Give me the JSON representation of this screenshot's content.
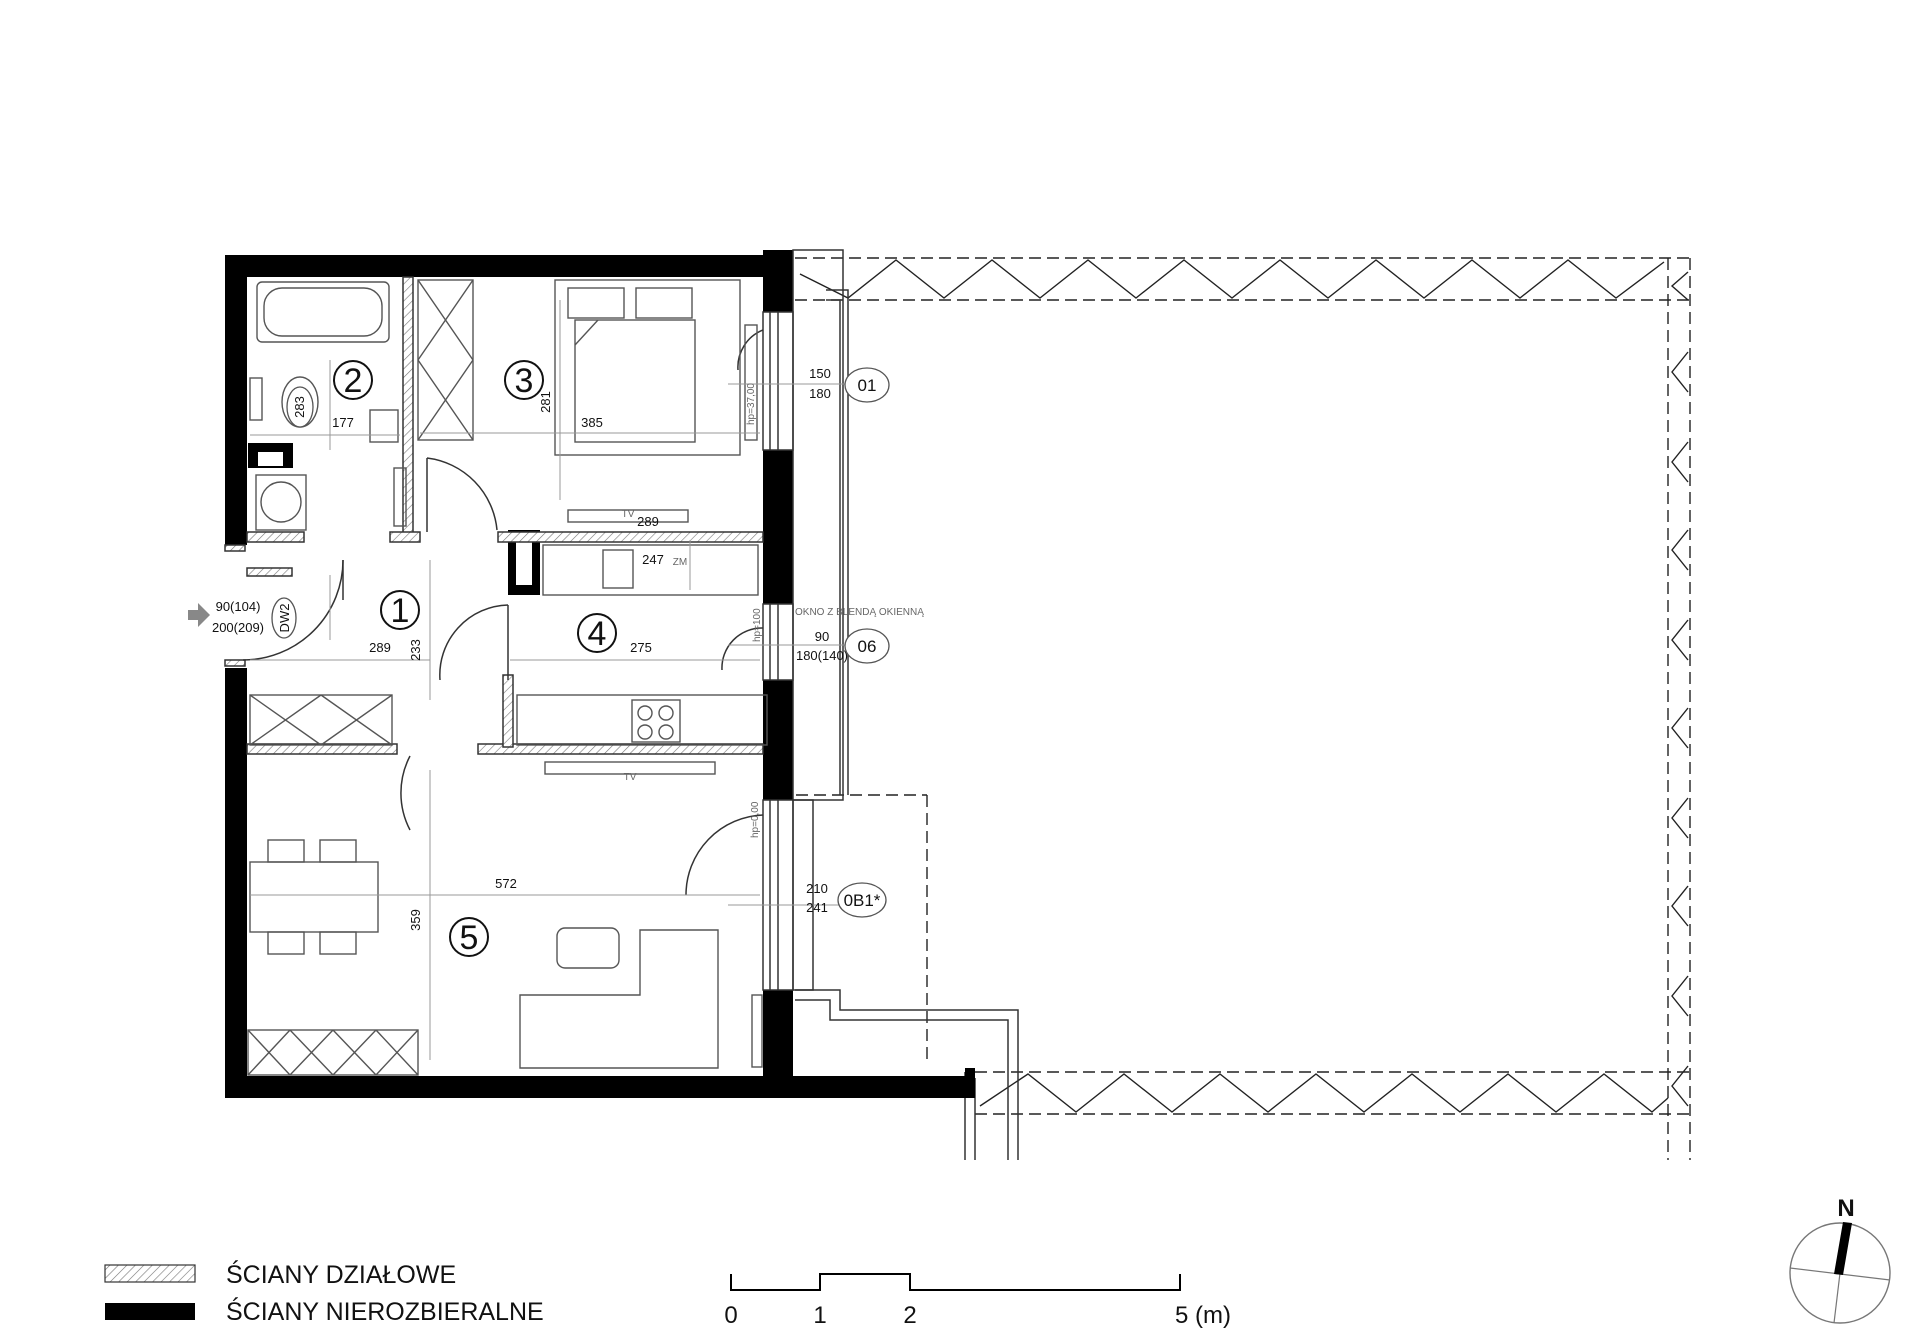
{
  "rooms": [
    {
      "number": "1",
      "width": "289",
      "length": "233"
    },
    {
      "number": "2",
      "width": "177",
      "length": "283"
    },
    {
      "number": "3",
      "width": "385",
      "length": "281"
    },
    {
      "number": "4",
      "width": "275",
      "length": "247"
    },
    {
      "number": "5",
      "width": "572",
      "length": "359"
    }
  ],
  "openings": [
    {
      "code": "01",
      "width": "150",
      "height": "180"
    },
    {
      "code": "06",
      "width": "90",
      "height": "180(140)"
    },
    {
      "code": "0B1*",
      "width": "210",
      "height": "241"
    },
    {
      "code": "DW2",
      "width": "90(104)",
      "height": "200(209)"
    }
  ],
  "labels": {
    "tv": "TV",
    "tv2": "TV",
    "tv3": "289",
    "zm": "ZM",
    "window_note": "OKNO Z BLENDĄ OKIENNĄ",
    "sill_1": "hp=37,00",
    "sill_2": "hp=100",
    "sill_3": "hp=0,00"
  },
  "legend": [
    {
      "label": "ŚCIANY DZIAŁOWE",
      "pattern": "hatched"
    },
    {
      "label": "ŚCIANY NIEROZBIERALNE",
      "pattern": "solid"
    }
  ],
  "scale_bar": {
    "ticks": [
      "0",
      "1",
      "2",
      "5 (m)"
    ]
  },
  "compass": {
    "label": "N"
  },
  "colors": {
    "wall": "#000000",
    "line": "#333333",
    "background": "#ffffff"
  }
}
